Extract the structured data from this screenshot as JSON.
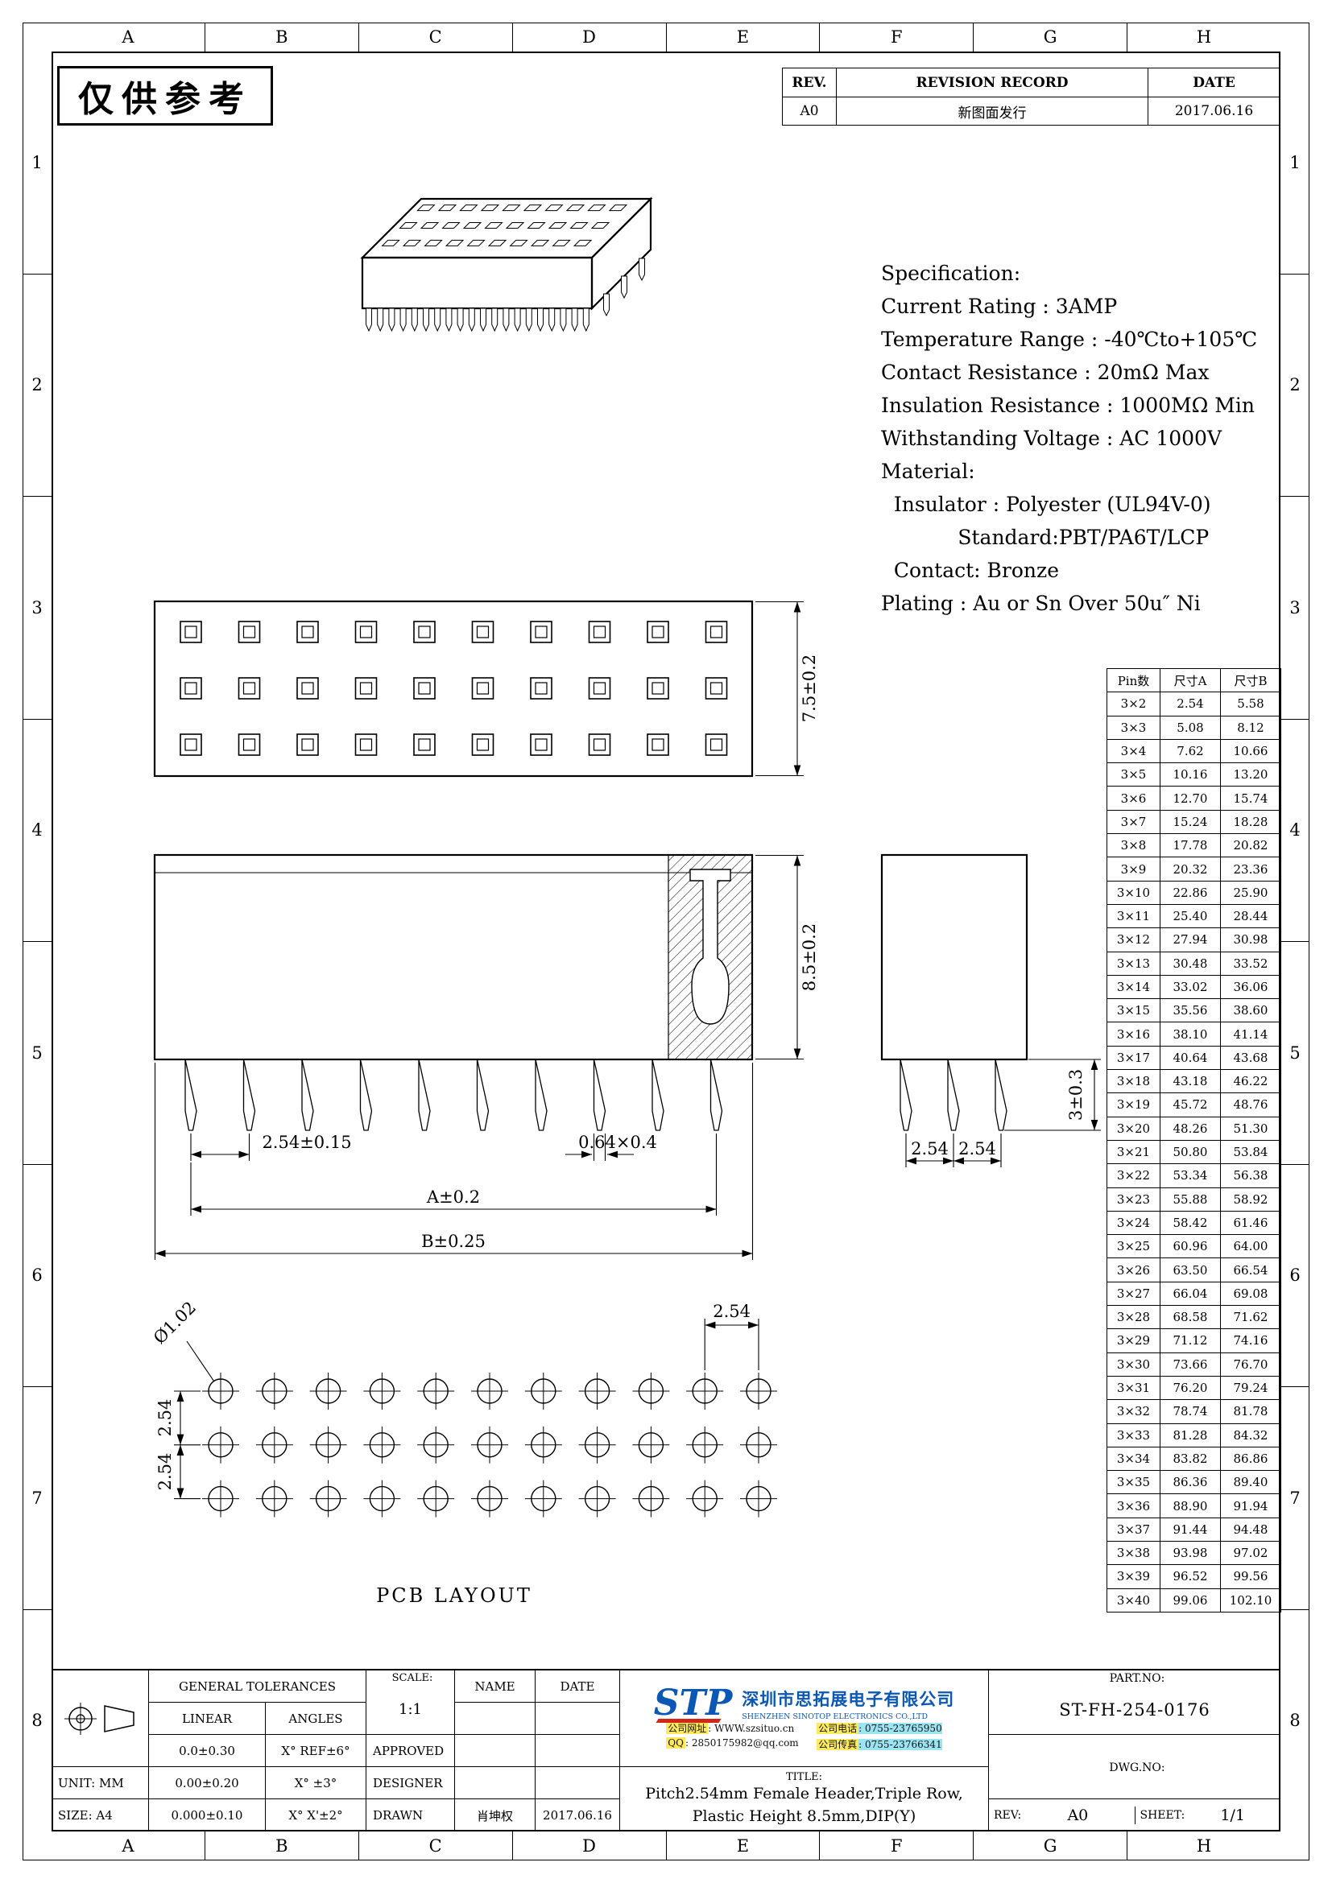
{
  "frame": {
    "cols": [
      "A",
      "B",
      "C",
      "D",
      "E",
      "F",
      "G",
      "H"
    ],
    "rows": [
      "1",
      "2",
      "3",
      "4",
      "5",
      "6",
      "7",
      "8"
    ]
  },
  "watermark": "仅供参考",
  "revision": {
    "headers": [
      "REV.",
      "REVISION RECORD",
      "DATE"
    ],
    "rows": [
      [
        "A0",
        "新图面发行",
        "2017.06.16"
      ]
    ]
  },
  "specification": {
    "lines": [
      "Specification:",
      "Current Rating : 3AMP",
      "Temperature Range : -40℃to+105℃",
      "Contact Resistance : 20mΩ Max",
      "Insulation Resistance : 1000MΩ Min",
      "Withstanding Voltage : AC 1000V",
      "Material:",
      "  Insulator : Polyester (UL94V-0)",
      "            Standard:PBT/PA6T/LCP",
      "  Contact: Bronze",
      "Plating : Au or Sn Over 50u″ Ni"
    ]
  },
  "views": {
    "top_view": {
      "dim_height": "7.5±0.2"
    },
    "front_view": {
      "dim_height": "8.5±0.2",
      "dim_pitch": "2.54±0.15",
      "dim_pin": "0.64×0.4",
      "dim_a": "A±0.2",
      "dim_b": "B±0.25"
    },
    "side_view": {
      "dim_p1": "2.54",
      "dim_p2": "2.54",
      "dim_h": "3±0.3"
    },
    "pcb_layout": {
      "dim_hole": "Ø1.02",
      "dim_v1": "2.54",
      "dim_v2": "2.54",
      "dim_h": "2.54",
      "caption": "PCB LAYOUT"
    }
  },
  "pin_table": {
    "headers": [
      "Pin数",
      "尺寸A",
      "尺寸B"
    ],
    "rows": [
      [
        "3×2",
        "2.54",
        "5.58"
      ],
      [
        "3×3",
        "5.08",
        "8.12"
      ],
      [
        "3×4",
        "7.62",
        "10.66"
      ],
      [
        "3×5",
        "10.16",
        "13.20"
      ],
      [
        "3×6",
        "12.70",
        "15.74"
      ],
      [
        "3×7",
        "15.24",
        "18.28"
      ],
      [
        "3×8",
        "17.78",
        "20.82"
      ],
      [
        "3×9",
        "20.32",
        "23.36"
      ],
      [
        "3×10",
        "22.86",
        "25.90"
      ],
      [
        "3×11",
        "25.40",
        "28.44"
      ],
      [
        "3×12",
        "27.94",
        "30.98"
      ],
      [
        "3×13",
        "30.48",
        "33.52"
      ],
      [
        "3×14",
        "33.02",
        "36.06"
      ],
      [
        "3×15",
        "35.56",
        "38.60"
      ],
      [
        "3×16",
        "38.10",
        "41.14"
      ],
      [
        "3×17",
        "40.64",
        "43.68"
      ],
      [
        "3×18",
        "43.18",
        "46.22"
      ],
      [
        "3×19",
        "45.72",
        "48.76"
      ],
      [
        "3×20",
        "48.26",
        "51.30"
      ],
      [
        "3×21",
        "50.80",
        "53.84"
      ],
      [
        "3×22",
        "53.34",
        "56.38"
      ],
      [
        "3×23",
        "55.88",
        "58.92"
      ],
      [
        "3×24",
        "58.42",
        "61.46"
      ],
      [
        "3×25",
        "60.96",
        "64.00"
      ],
      [
        "3×26",
        "63.50",
        "66.54"
      ],
      [
        "3×27",
        "66.04",
        "69.08"
      ],
      [
        "3×28",
        "68.58",
        "71.62"
      ],
      [
        "3×29",
        "71.12",
        "74.16"
      ],
      [
        "3×30",
        "73.66",
        "76.70"
      ],
      [
        "3×31",
        "76.20",
        "79.24"
      ],
      [
        "3×32",
        "78.74",
        "81.78"
      ],
      [
        "3×33",
        "81.28",
        "84.32"
      ],
      [
        "3×34",
        "83.82",
        "86.86"
      ],
      [
        "3×35",
        "86.36",
        "89.40"
      ],
      [
        "3×36",
        "88.90",
        "91.94"
      ],
      [
        "3×37",
        "91.44",
        "94.48"
      ],
      [
        "3×38",
        "93.98",
        "97.02"
      ],
      [
        "3×39",
        "96.52",
        "99.56"
      ],
      [
        "3×40",
        "99.06",
        "102.10"
      ]
    ]
  },
  "title_block": {
    "tolerances": {
      "title": "GENERAL TOLERANCES",
      "linear": "LINEAR",
      "angles": "ANGLES",
      "rows": [
        [
          "0.0±0.30",
          "X° REF±6°"
        ],
        [
          "0.00±0.20",
          "X° ±3°"
        ],
        [
          "0.000±0.10",
          "X° X'±2°"
        ]
      ]
    },
    "unit": "UNIT: MM",
    "size": "SIZE: A4",
    "scale_label": "SCALE:",
    "scale_value": "1:1",
    "name_header": "NAME",
    "date_header": "DATE",
    "approved": "APPROVED",
    "designer": "DESIGNER",
    "drawn": "DRAWN",
    "drawn_name": "肖坤权",
    "drawn_date": "2017.06.16",
    "company": {
      "logo": "STP",
      "name_cn": "深圳市思拓展电子有限公司",
      "name_en": "SHENZHEN SINOTOP ELECTRONICS CO.,LTD",
      "contacts": [
        {
          "label": "公司网址",
          "value": "WWW.szsituo.cn"
        },
        {
          "label": "公司电话",
          "value": "0755-23765950"
        },
        {
          "label": "QQ",
          "value": "2850175982@qq.com"
        },
        {
          "label": "公司传真",
          "value": "0755-23766341"
        }
      ]
    },
    "title_label": "TITLE:",
    "title_lines": [
      "Pitch2.54mm Female Header,Triple Row,",
      "Plastic Height 8.5mm,DIP(Y)"
    ],
    "part_no_label": "PART.NO:",
    "part_no": "ST-FH-254-0176",
    "dwg_no_label": "DWG.NO:",
    "rev_label": "REV:",
    "rev_value": "A0",
    "sheet_label": "SHEET:",
    "sheet_value": "1/1"
  }
}
